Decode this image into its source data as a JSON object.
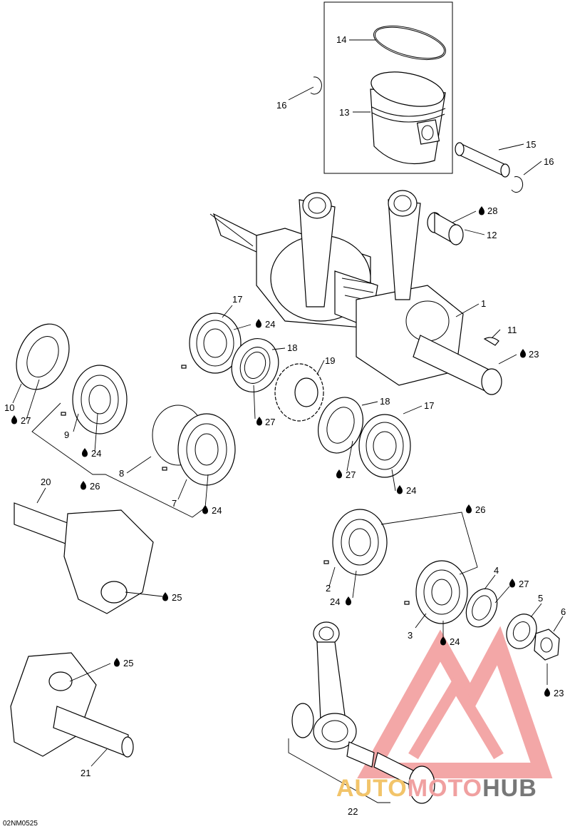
{
  "drawing_reference": "02NM0525",
  "watermark": {
    "part1": "AUTO",
    "part2": "MOTO",
    "part3": "HUB"
  },
  "icons": {
    "lubricant_marker": "oil-drop-icon"
  },
  "callouts": [
    {
      "id": "c14",
      "text": "14"
    },
    {
      "id": "c16a",
      "text": "16"
    },
    {
      "id": "c13",
      "text": "13"
    },
    {
      "id": "c15",
      "text": "15"
    },
    {
      "id": "c16b",
      "text": "16"
    },
    {
      "id": "c28",
      "text": "28",
      "lube": true
    },
    {
      "id": "c12",
      "text": "12"
    },
    {
      "id": "c1",
      "text": "1"
    },
    {
      "id": "c11",
      "text": "11"
    },
    {
      "id": "c23a",
      "text": "23",
      "lube": true
    },
    {
      "id": "c17a",
      "text": "17"
    },
    {
      "id": "c24a",
      "text": "24",
      "lube": true
    },
    {
      "id": "c18a",
      "text": "18"
    },
    {
      "id": "c19",
      "text": "19"
    },
    {
      "id": "c27a",
      "text": "27",
      "lube": true
    },
    {
      "id": "c18b",
      "text": "18"
    },
    {
      "id": "c17b",
      "text": "17"
    },
    {
      "id": "c27b",
      "text": "27",
      "lube": true
    },
    {
      "id": "c24b",
      "text": "24",
      "lube": true
    },
    {
      "id": "c10",
      "text": "10"
    },
    {
      "id": "c27c",
      "text": "27",
      "lube": true
    },
    {
      "id": "c9",
      "text": "9"
    },
    {
      "id": "c24c",
      "text": "24",
      "lube": true
    },
    {
      "id": "c8",
      "text": "8"
    },
    {
      "id": "c26a",
      "text": "26",
      "lube": true
    },
    {
      "id": "c7",
      "text": "7"
    },
    {
      "id": "c24d",
      "text": "24",
      "lube": true
    },
    {
      "id": "c20",
      "text": "20"
    },
    {
      "id": "c25a",
      "text": "25",
      "lube": true
    },
    {
      "id": "c26b",
      "text": "26",
      "lube": true
    },
    {
      "id": "c2",
      "text": "2"
    },
    {
      "id": "c24e",
      "text": "24",
      "lube": true
    },
    {
      "id": "c4",
      "text": "4"
    },
    {
      "id": "c27d",
      "text": "27",
      "lube": true
    },
    {
      "id": "c5",
      "text": "5"
    },
    {
      "id": "c6",
      "text": "6"
    },
    {
      "id": "c3",
      "text": "3"
    },
    {
      "id": "c24f",
      "text": "24",
      "lube": true
    },
    {
      "id": "c23b",
      "text": "23",
      "lube": true
    },
    {
      "id": "c25b",
      "text": "25",
      "lube": true
    },
    {
      "id": "c21",
      "text": "21"
    },
    {
      "id": "c22",
      "text": "22"
    }
  ]
}
